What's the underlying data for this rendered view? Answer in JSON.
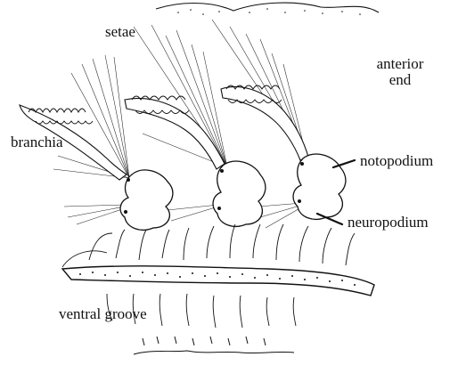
{
  "labels": {
    "setae": "setae",
    "anterior_end": "anterior end",
    "branchia": "branchia",
    "notopodium": "notopodium",
    "neuropodium": "neuropodium",
    "ventral_groove": "ventral groove"
  },
  "colors": {
    "ink": "#111111",
    "background": "#ffffff"
  }
}
